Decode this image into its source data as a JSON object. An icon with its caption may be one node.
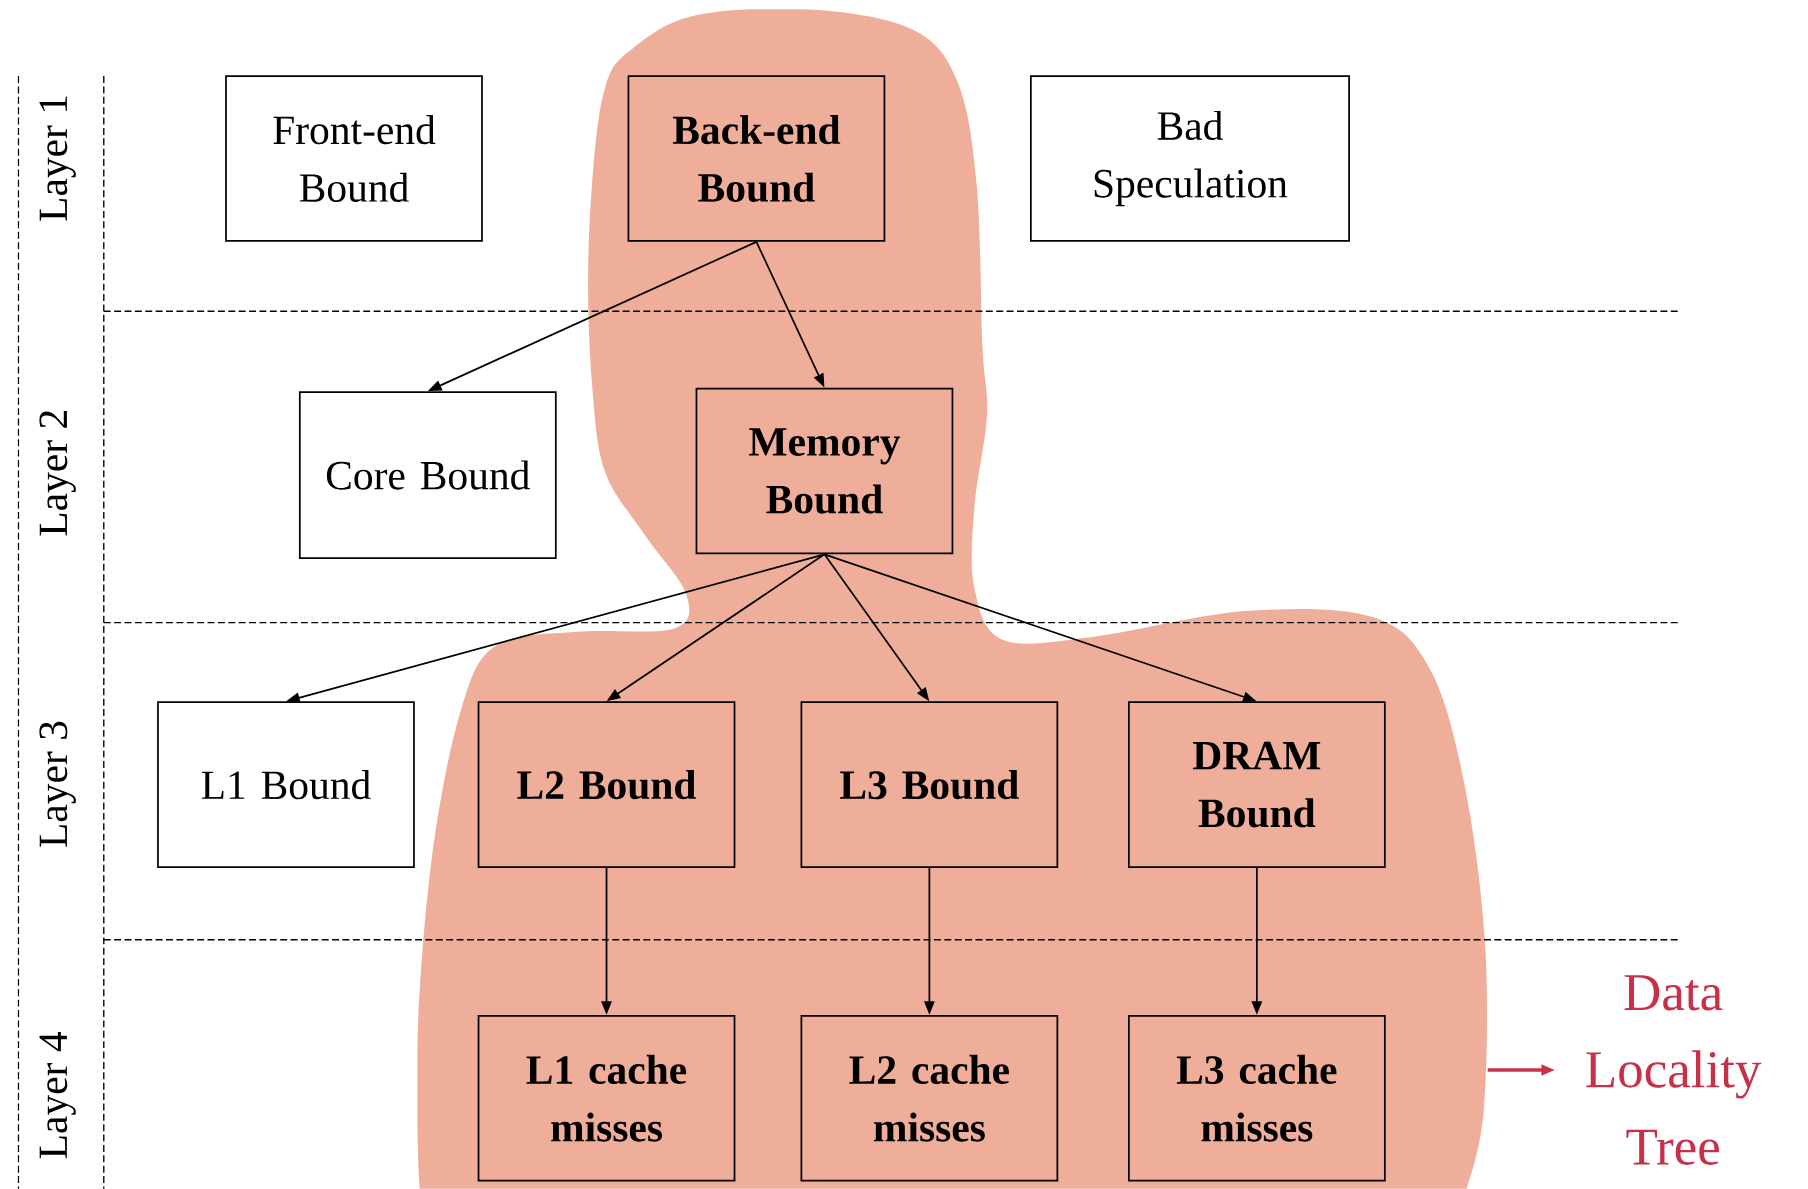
{
  "diagram": {
    "nodes": [
      {
        "text": [],
        "shape": "cloud"
      },
      {
        "text": [
          "Front-end Bound"
        ]
      },
      {
        "text": [
          "Back-end Bound"
        ],
        "in": 0
      },
      {
        "text": [
          "Bad Speculation"
        ]
      },
      {
        "text": [
          "Core Bound"
        ]
      },
      {
        "text": [
          "Memory Bound"
        ],
        "in": 0
      },
      {
        "text": [
          "L1 Bound"
        ]
      },
      {
        "text": [
          "L2 Bound"
        ],
        "in": 0
      },
      {
        "text": [
          "L3 Bound"
        ],
        "in": 0
      },
      {
        "text": [
          "DRAM Bound"
        ],
        "in": 0
      },
      {
        "text": [
          "L1 cache misses"
        ],
        "in": 0
      },
      {
        "text": [
          "L2 cache misses"
        ],
        "in": 0
      },
      {
        "text": [
          "L3 cache misses"
        ],
        "in": 0
      },
      {
        "text": [
          "Data Locality Tree"
        ]
      }
    ],
    "edges": [
      {
        "from": 2,
        "to": 4,
        "arrow": "to"
      },
      {
        "from": 2,
        "to": 5,
        "arrow": "to"
      },
      {
        "from": 5,
        "to": 6,
        "arrow": "to"
      },
      {
        "from": 5,
        "to": 7,
        "arrow": "to"
      },
      {
        "from": 5,
        "to": 8,
        "arrow": "to"
      },
      {
        "from": 5,
        "to": 9,
        "arrow": "to"
      },
      {
        "from": 7,
        "to": 10,
        "arrow": "to"
      },
      {
        "from": 8,
        "to": 11,
        "arrow": "to"
      },
      {
        "from": 9,
        "to": 12,
        "arrow": "to"
      },
      {
        "from": 0,
        "to": 13,
        "arrow": "to",
        "color": "#c8304a"
      }
    ],
    "labels": [
      "Layer 1",
      "Layer 2",
      "Layer 3",
      "Layer 4"
    ]
  }
}
